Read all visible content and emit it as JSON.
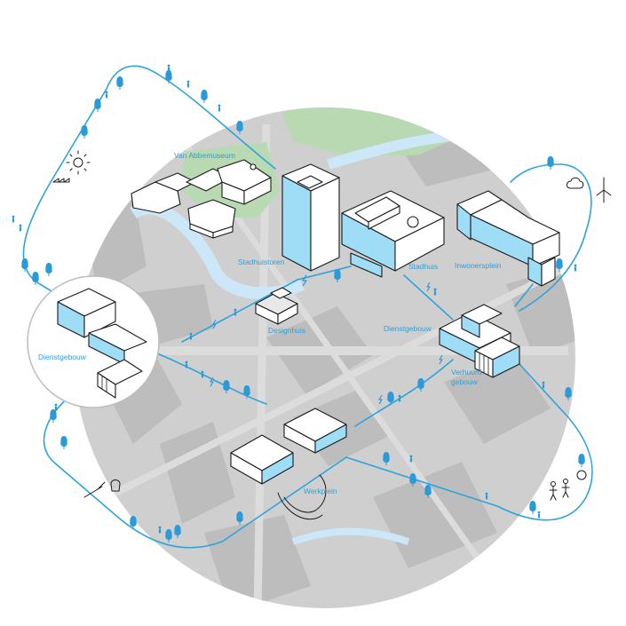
{
  "labels": {
    "van_abbemuseum": "Van Abbemuseum",
    "stadhuistoren": "Stadhuistoren",
    "stadhuis": "Stadhuis",
    "inwonersplein": "Inwonersplein",
    "designhuis": "Designhuis",
    "dienstgebouw_center": "Dienstgebouw",
    "dienstgebouw_inset": "Dienstgebouw",
    "verhuurd_line1": "Verhuurd",
    "verhuurd_line2": "gebouw",
    "werkplein": "Werkplein"
  },
  "colors": {
    "accent": "#2ea3dc",
    "building_fill": "#9fdcf6",
    "map_gray": "#cfcfcf",
    "map_block": "#bdbdbd",
    "park_green": "#b9d9b3",
    "water_blue": "#cce7f7"
  },
  "icons": [
    "sun-factory-icon",
    "cloud-wind-turbine-icon",
    "wheelbarrow-shovel-icon",
    "people-speech-icon"
  ]
}
